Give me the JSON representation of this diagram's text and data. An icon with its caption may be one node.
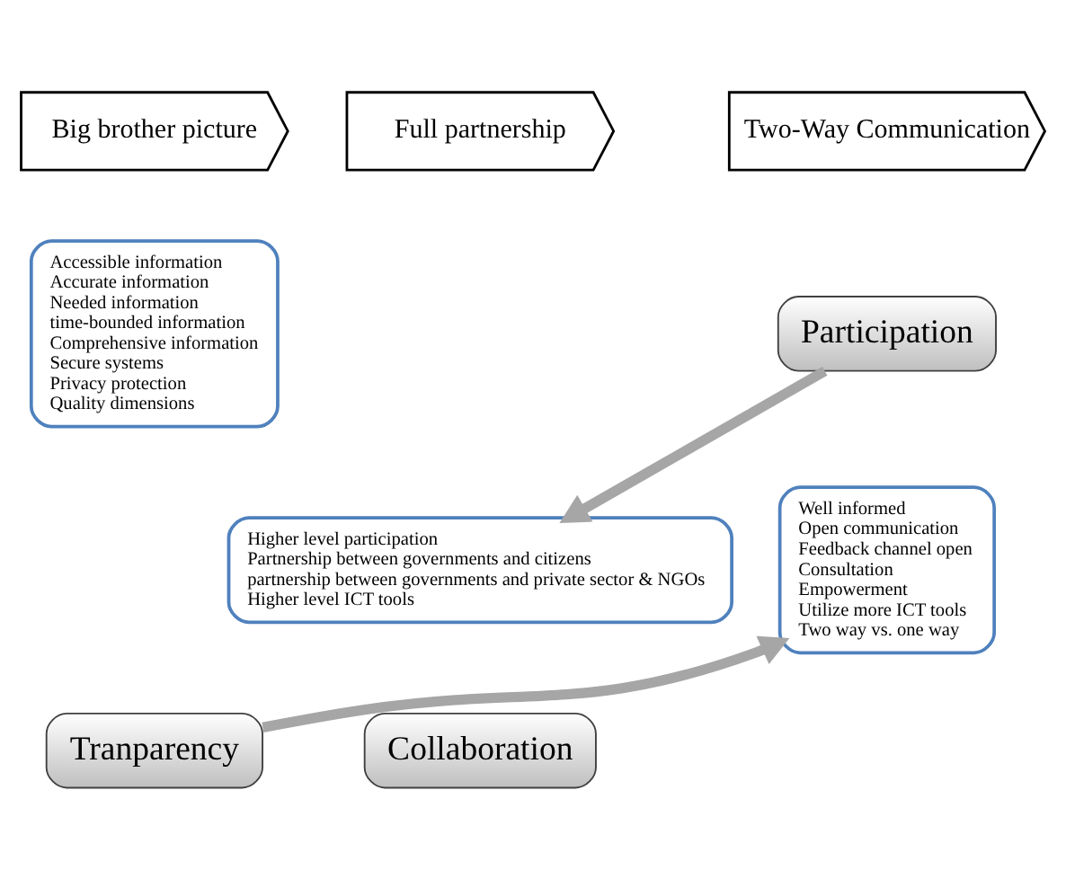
{
  "diagram": {
    "nodes": [
      {
        "text": [
          "Big brother picture"
        ]
      },
      {
        "text": [
          "Two-Way Communication"
        ]
      },
      {
        "text": [
          "Full partnership"
        ]
      },
      {
        "text": [
          "Accessible information",
          "Accurate information",
          "Needed information",
          "time-bounded information",
          "Comprehensive information",
          "Secure systems",
          "Privacy protection",
          "Quality dimensions"
        ]
      },
      {
        "text": [
          "Tranparency"
        ]
      },
      {
        "text": [
          "Well informed",
          "Open communication",
          "Feedback channel open",
          "Consultation",
          "Empowerment",
          "Utilize more ICT tools",
          "Two way vs. one way"
        ]
      },
      {
        "text": [
          "Participation"
        ]
      },
      {
        "text": [
          "Higher level participation",
          "Partnership between governments and citizens",
          "partnership between governments and private sector & NGOs",
          "Higher level ICT tools"
        ]
      },
      {
        "text": [
          "Collaboration"
        ]
      }
    ],
    "edges": [
      {
        "from": 4,
        "to": 5,
        "arrow": "to"
      },
      {
        "from": 6,
        "to": 7,
        "arrow": "to"
      }
    ]
  }
}
